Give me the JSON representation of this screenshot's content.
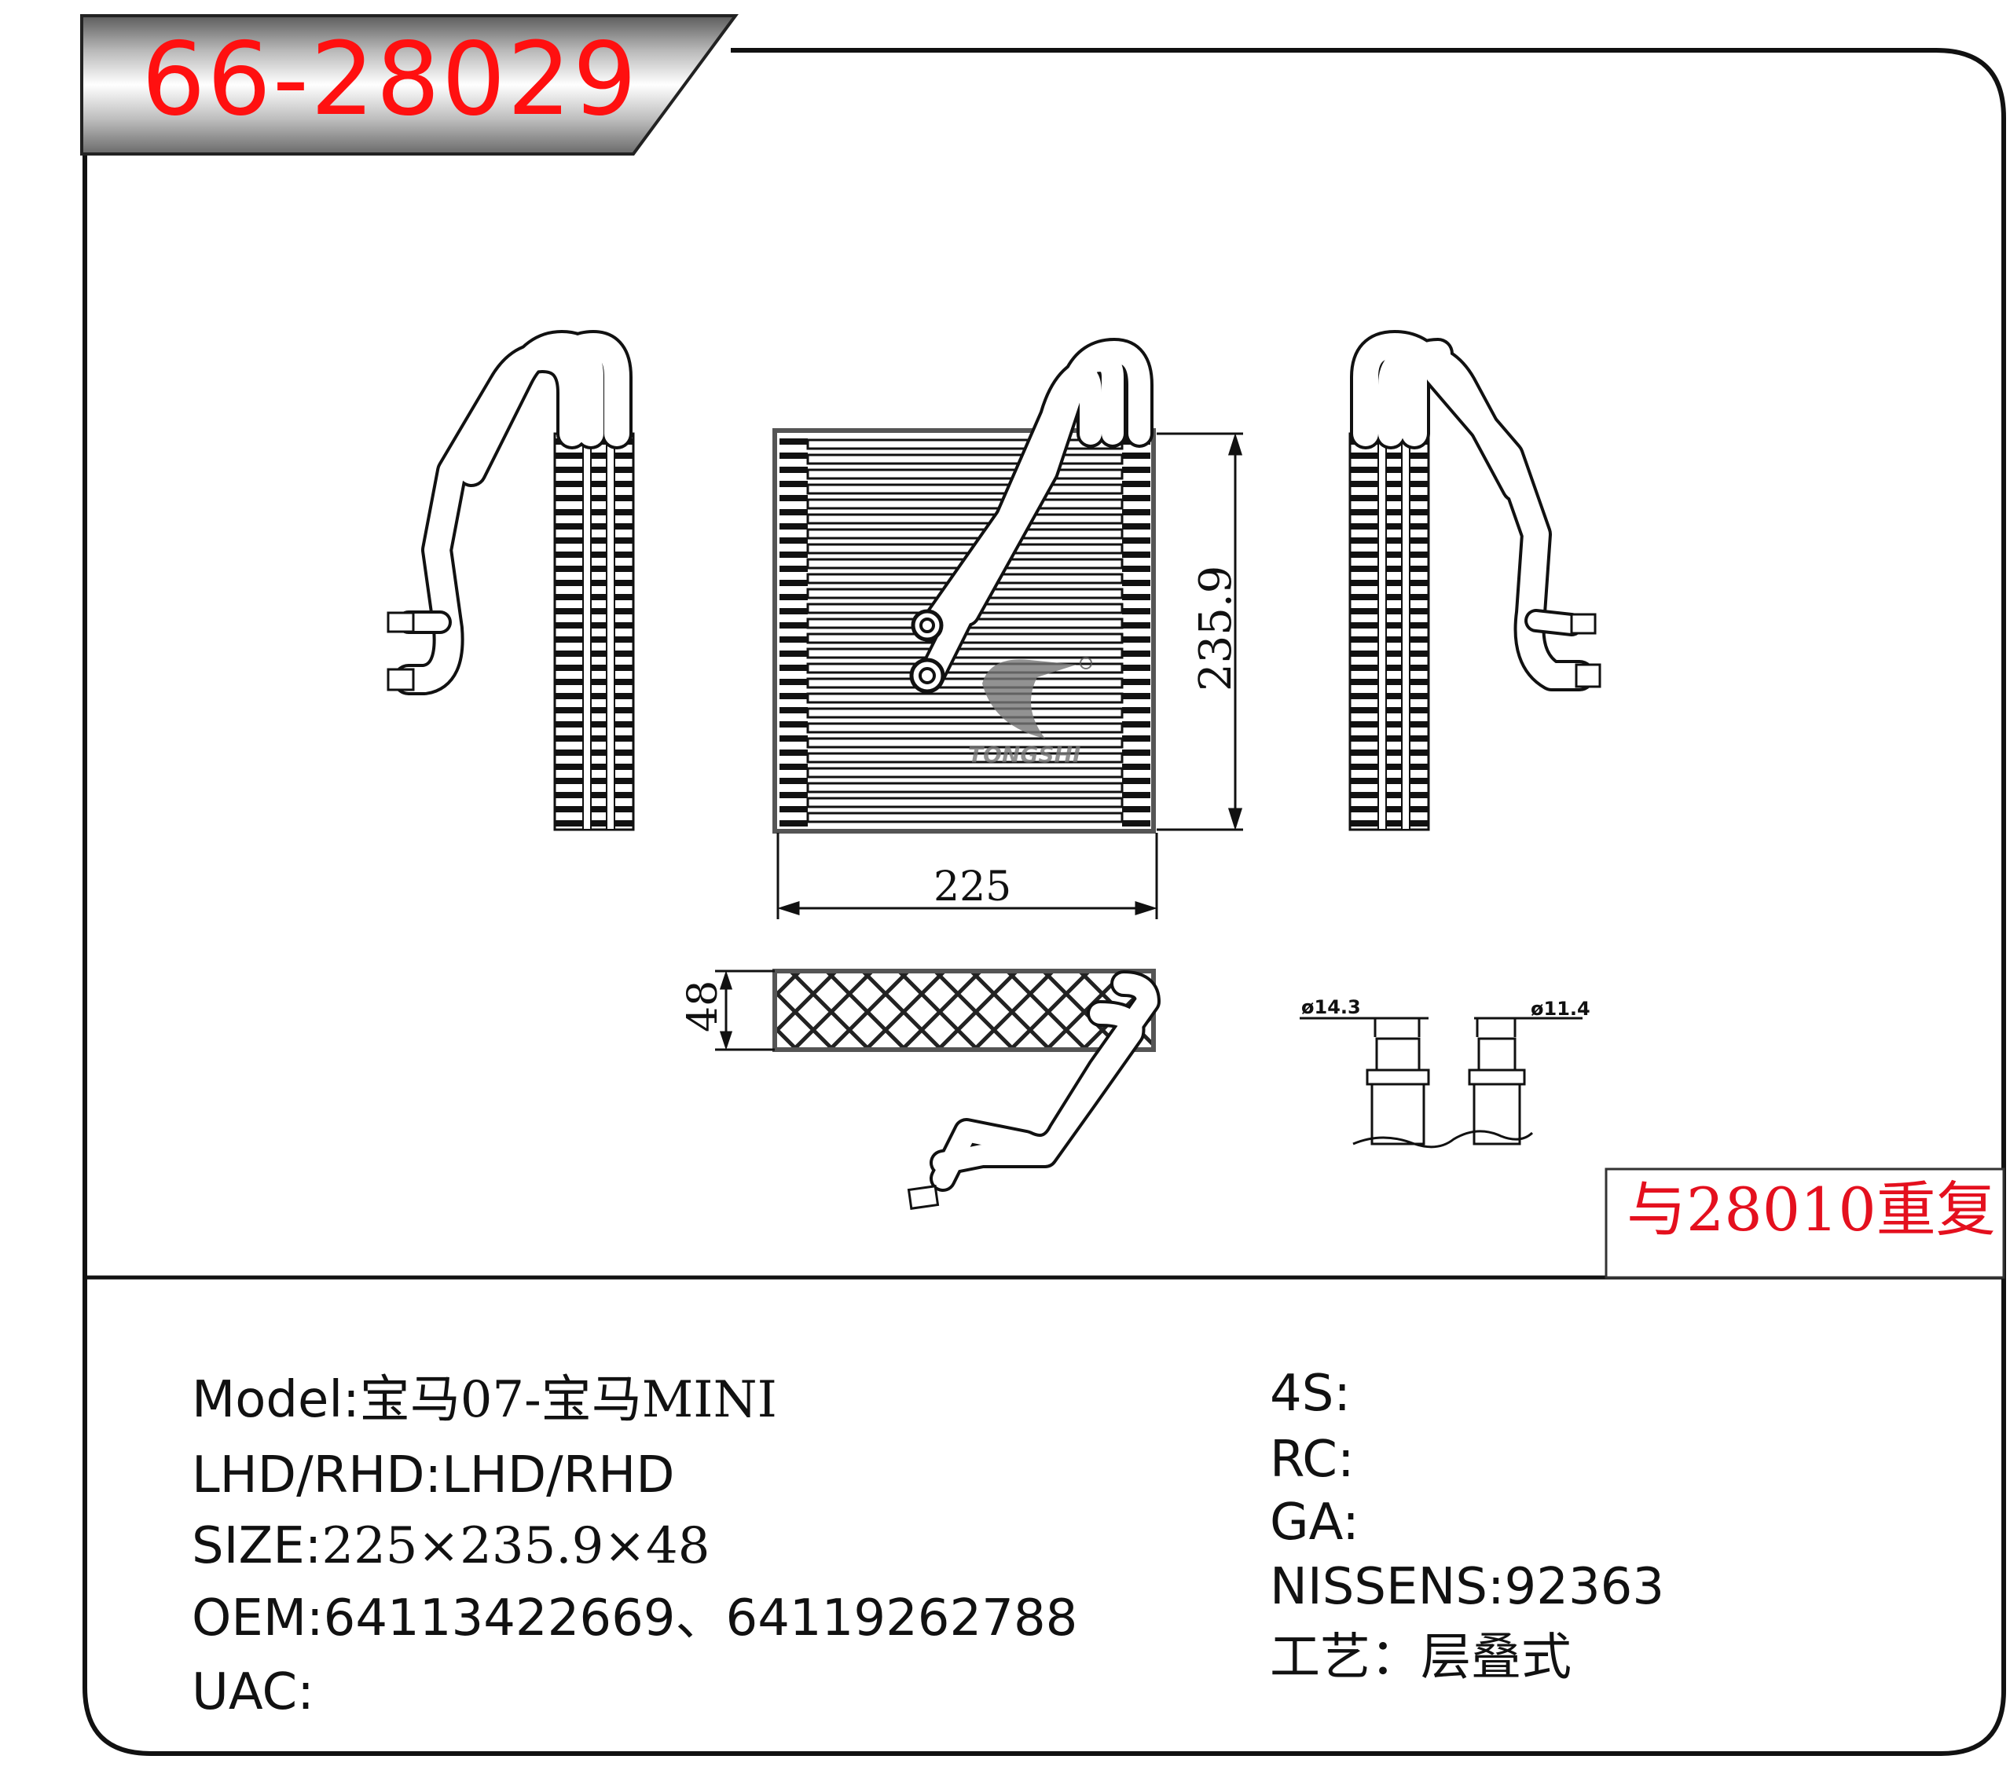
{
  "part_number": "66-28029",
  "duplicate_note": "与28010重复",
  "dimensions": {
    "width": "225",
    "height": "235.9",
    "depth": "48",
    "pipe_large": "ø14.3",
    "pipe_small": "ø11.4"
  },
  "brand_watermark": "TONGSHI",
  "specs_left": [
    {
      "label": "Model",
      "sep": ":",
      "value": "宝马07-宝马MINI"
    },
    {
      "label": "LHD/RHD",
      "sep": ":",
      "value": "LHD/RHD"
    },
    {
      "label": "SIZE",
      "sep": ":",
      "value": "225×235.9×48"
    },
    {
      "label": "OEM",
      "sep": ":",
      "value": "64113422669、64119262788"
    },
    {
      "label": "UAC",
      "sep": ":",
      "value": ""
    }
  ],
  "specs_right": [
    {
      "label": "4S",
      "sep": ":",
      "value": ""
    },
    {
      "label": "RC",
      "sep": ":",
      "value": ""
    },
    {
      "label": "GA",
      "sep": ":",
      "value": ""
    },
    {
      "label": "NISSENS",
      "sep": ":",
      "value": "92363"
    },
    {
      "label": "工艺",
      "sep": "：",
      "value": "层叠式"
    }
  ],
  "colors": {
    "title_red": "#ff1010",
    "note_red": "#e4101e",
    "banner_gray": "#7a7a7a"
  }
}
